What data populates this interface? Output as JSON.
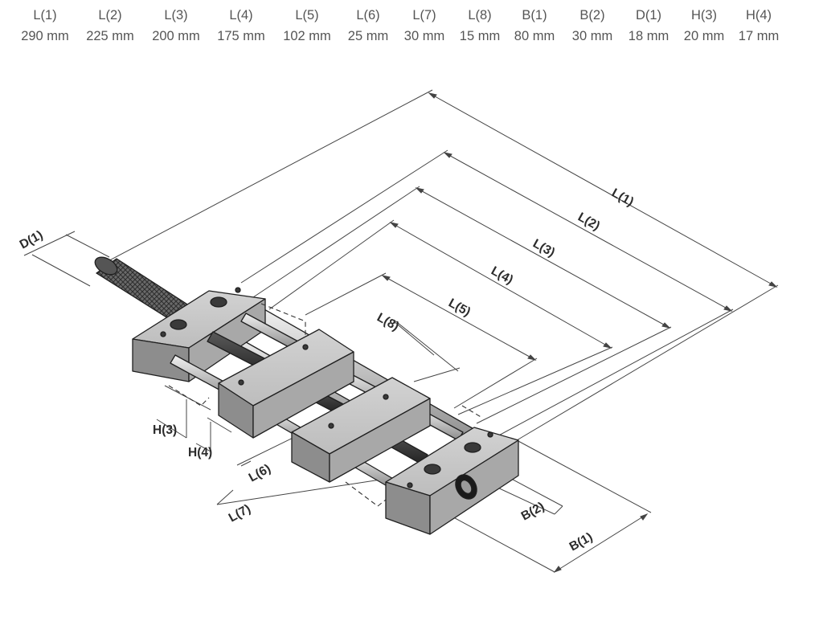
{
  "specs": [
    {
      "label": "L(1)",
      "value": "290 mm"
    },
    {
      "label": "L(2)",
      "value": "225 mm"
    },
    {
      "label": "L(3)",
      "value": "200 mm"
    },
    {
      "label": "L(4)",
      "value": "175 mm"
    },
    {
      "label": "L(5)",
      "value": "102 mm"
    },
    {
      "label": "L(6)",
      "value": "25 mm"
    },
    {
      "label": "L(7)",
      "value": "30 mm"
    },
    {
      "label": "L(8)",
      "value": "15 mm"
    },
    {
      "label": "B(1)",
      "value": "80 mm"
    },
    {
      "label": "B(2)",
      "value": "30 mm"
    },
    {
      "label": "D(1)",
      "value": "18 mm"
    },
    {
      "label": "H(3)",
      "value": "20 mm"
    },
    {
      "label": "H(4)",
      "value": "17 mm"
    }
  ],
  "diagram": {
    "labels": {
      "L1": "L(1)",
      "L2": "L(2)",
      "L3": "L(3)",
      "L4": "L(4)",
      "L5": "L(5)",
      "L6": "L(6)",
      "L7": "L(7)",
      "L8": "L(8)",
      "B1": "B(1)",
      "B2": "B(2)",
      "D1": "D(1)",
      "H3": "H(3)",
      "H4": "H(4)"
    }
  }
}
